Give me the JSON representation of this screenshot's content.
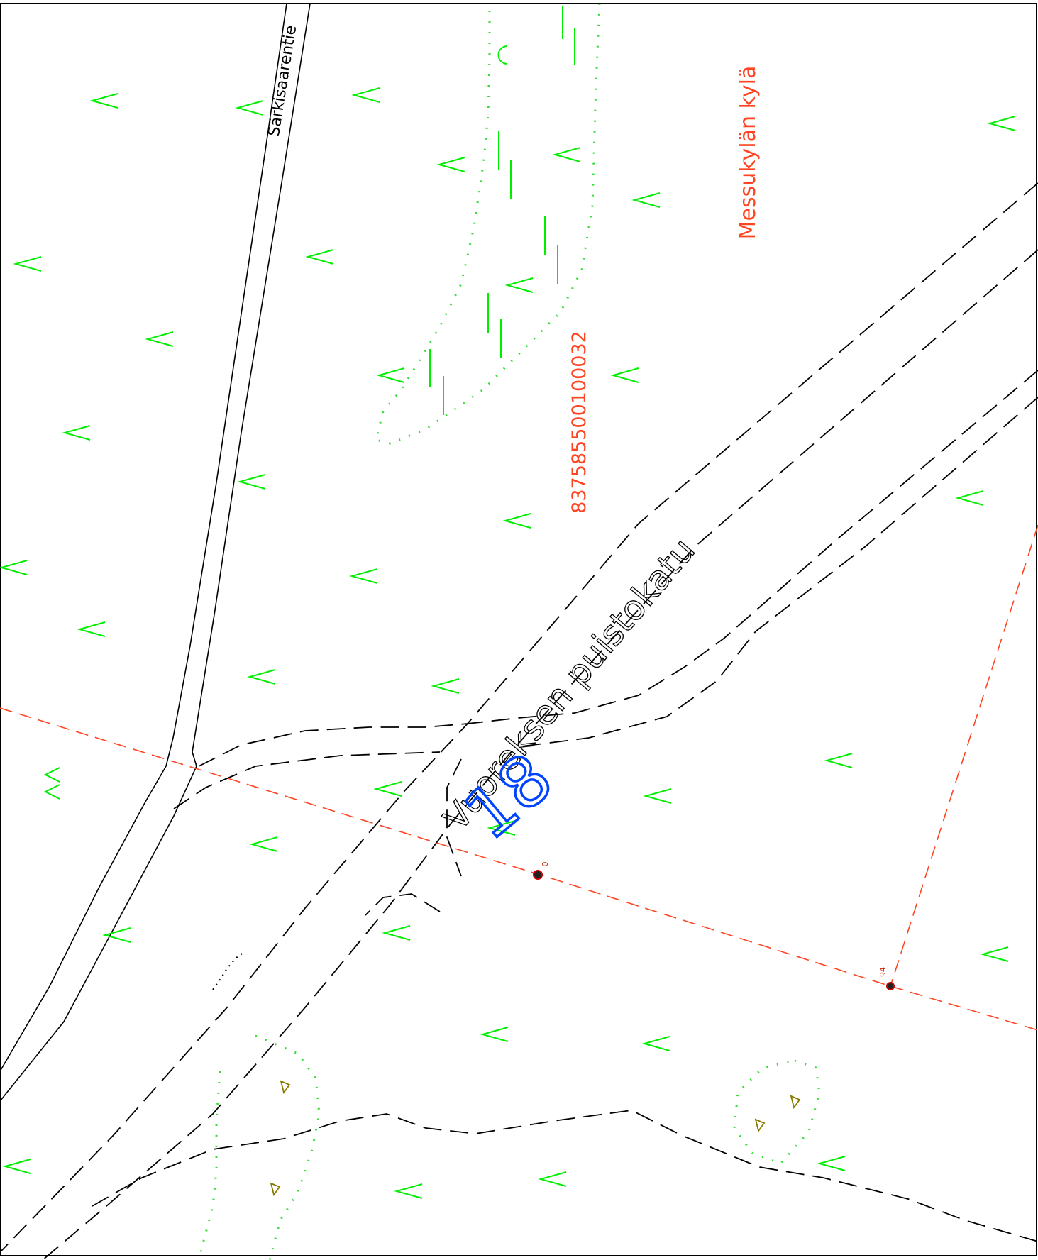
{
  "map": {
    "road_name_1": "Särkisaarentie",
    "road_name_2": "Vuoreksen puistokatu",
    "village_name": "Messukylän kylä",
    "parcel_id": "837585500100032",
    "address_number": "18",
    "point_label_1": "0",
    "point_label_2": "94",
    "colors": {
      "border": "#000000",
      "road": "#000000",
      "vegetation": "#00ff00",
      "vegetation_dots": "#33dd33",
      "boundary": "#ff4422",
      "address": "#0044ff",
      "tree_marker": "#8b7a00"
    },
    "legend_symbols": [
      "meadow-symbol",
      "reed-symbol",
      "tree-symbol",
      "boundary-point"
    ]
  }
}
